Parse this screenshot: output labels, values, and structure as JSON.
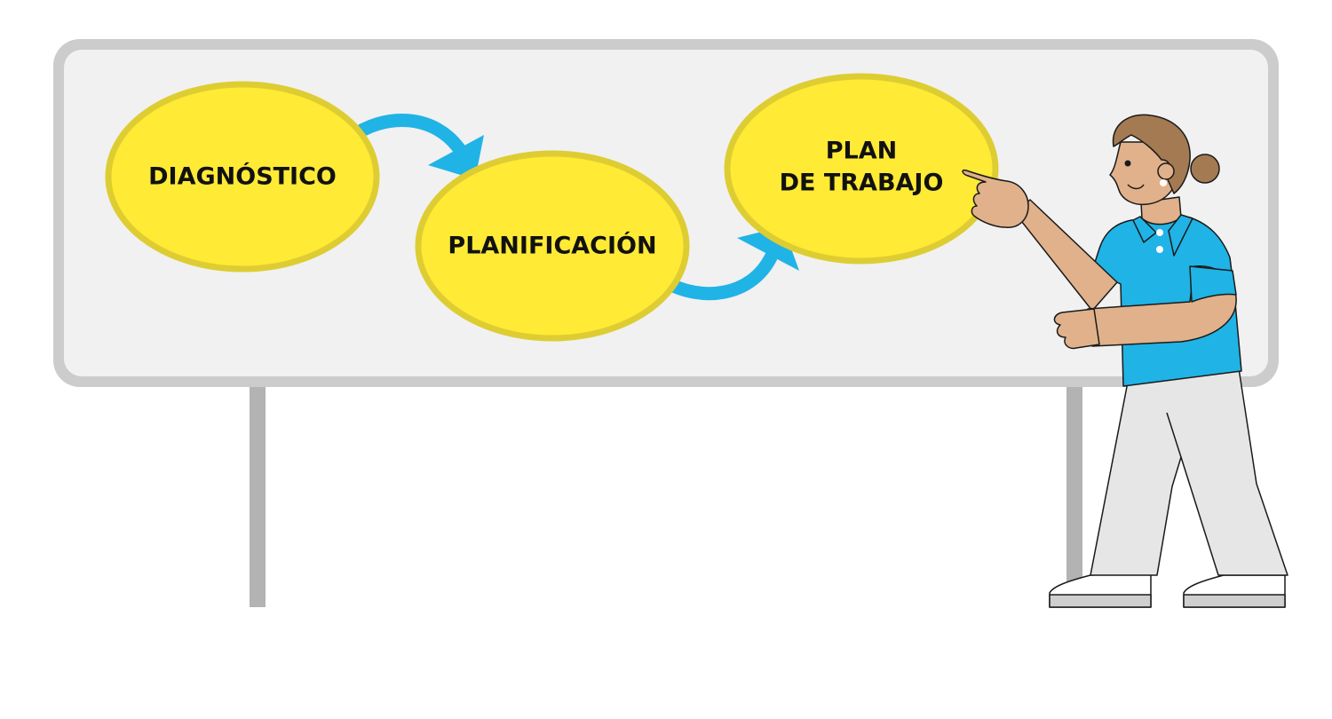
{
  "colors": {
    "board_frame": "#cccccc",
    "board_face": "#f1f1f1",
    "board_leg": "#b3b3b3",
    "node_fill": "#ffea35",
    "node_stroke": "#decd32",
    "arrow": "#20b3e6",
    "label": "#111111",
    "shirt": "#20b3e6",
    "skin": "#e0b18b",
    "hair": "#a47a52",
    "pants": "#e6e6e6"
  },
  "diagram": {
    "nodes": [
      {
        "id": "diagnostico",
        "lines": [
          "DIAGNÓSTICO"
        ]
      },
      {
        "id": "planificacion",
        "lines": [
          "PLANIFICACIÓN"
        ]
      },
      {
        "id": "plan-de-trabajo",
        "lines": [
          "PLAN",
          "DE TRABAJO"
        ]
      }
    ],
    "edges": [
      {
        "from": "diagnostico",
        "to": "planificacion"
      },
      {
        "from": "planificacion",
        "to": "plan-de-trabajo"
      }
    ]
  },
  "figure": {
    "description_icon": "presenter-pointing-icon"
  }
}
